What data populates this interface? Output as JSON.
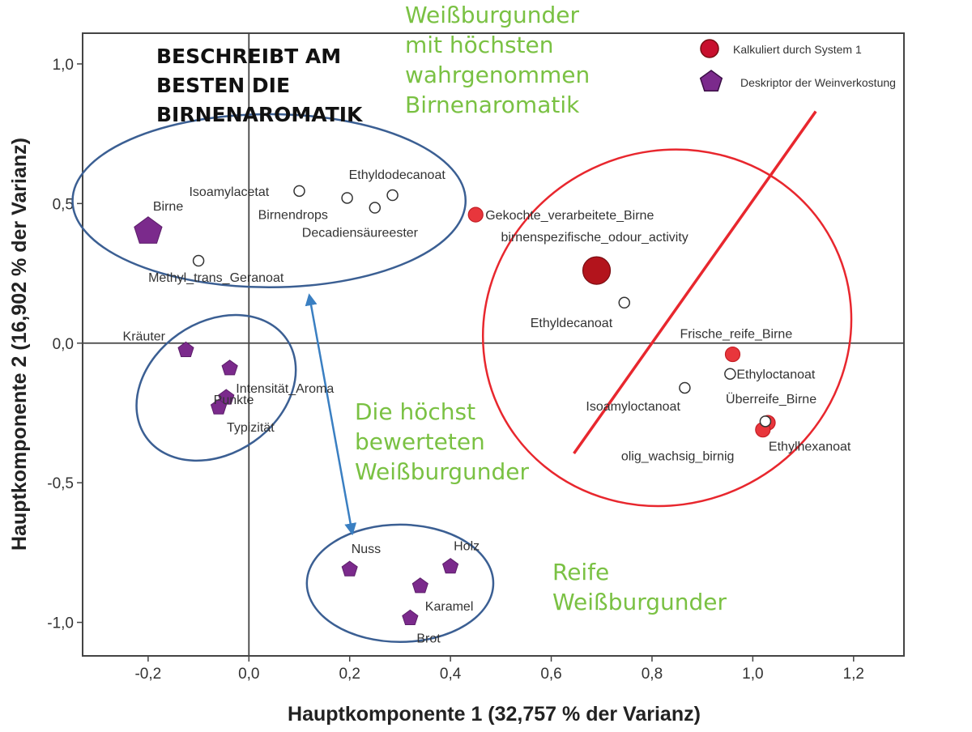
{
  "chart_data": {
    "type": "scatter",
    "title": "",
    "xlabel": "Hauptkomponente 1 (32,757 % der Varianz)",
    "ylabel": "Hauptkomponente 2 (16,902 % der Varianz)",
    "xlim": [
      -0.33,
      1.3
    ],
    "ylim": [
      -1.12,
      1.11
    ],
    "xticks": [
      -0.2,
      0.0,
      0.2,
      0.4,
      0.6,
      0.8,
      1.0,
      1.2
    ],
    "xtick_labels": [
      "-0,2",
      "0,0",
      "0,2",
      "0,4",
      "0,6",
      "0,8",
      "1,0",
      "1,2"
    ],
    "yticks": [
      1.0,
      0.5,
      0.0,
      -0.5,
      -1.0
    ],
    "ytick_labels": [
      "1,0",
      "0,5",
      "0,0",
      "-0,5",
      "-1,0"
    ],
    "grid": false,
    "reference_lines": {
      "x": 0,
      "y": 0
    },
    "legend": {
      "placement": "top-right",
      "entries": [
        {
          "label": "Kalkuliert durch System 1",
          "marker": "circle",
          "color": "#c8102e"
        },
        {
          "label": "Deskriptor der Weinverkostung",
          "marker": "pentagon",
          "color": "#7b2a8c"
        }
      ]
    },
    "series": [
      {
        "name": "Deskriptor der Weinverkostung",
        "marker": "pentagon",
        "color": "#7b2a8c",
        "points": [
          {
            "label": "Birne",
            "x": -0.2,
            "y": 0.4,
            "large": true
          },
          {
            "label": "Kräuter",
            "x": -0.125,
            "y": -0.025
          },
          {
            "label": "Punkte",
            "x": -0.038,
            "y": -0.09
          },
          {
            "label": "Intensität_Aroma",
            "x": -0.045,
            "y": -0.195
          },
          {
            "label": "Typizität",
            "x": -0.06,
            "y": -0.23
          },
          {
            "label": "Nuss",
            "x": 0.2,
            "y": -0.81
          },
          {
            "label": "Holz",
            "x": 0.4,
            "y": -0.8
          },
          {
            "label": "Karamel",
            "x": 0.34,
            "y": -0.87
          },
          {
            "label": "Brot",
            "x": 0.32,
            "y": -0.985
          }
        ]
      },
      {
        "name": "Kalkuliert durch System 1",
        "marker": "circle",
        "color": "#e8363c",
        "points": [
          {
            "label": "Gekochte_verarbeitete_Birne",
            "x": 0.45,
            "y": 0.46
          },
          {
            "label": "birnenspezifische_odour_activity",
            "x": 0.69,
            "y": 0.26,
            "large": true
          },
          {
            "label": "Frische_reife_Birne",
            "x": 0.96,
            "y": -0.04
          },
          {
            "label": "Überreife_Birne",
            "x": 1.03,
            "y": -0.285
          },
          {
            "label": "olig_wachsig_birnig",
            "x": 1.02,
            "y": -0.31
          }
        ]
      },
      {
        "name": "",
        "marker": "hollow-circle",
        "color": "#333333",
        "points": [
          {
            "label": "Isoamylacetat",
            "x": 0.1,
            "y": 0.545
          },
          {
            "label": "Birnendrops",
            "x": 0.195,
            "y": 0.52
          },
          {
            "label": "Decadiensäureester",
            "x": 0.25,
            "y": 0.485
          },
          {
            "label": "Ethyldodecanoat",
            "x": 0.285,
            "y": 0.53
          },
          {
            "label": "Methyl_trans_Geranoat",
            "x": -0.1,
            "y": 0.295
          },
          {
            "label": "Ethyldecanoat",
            "x": 0.745,
            "y": 0.145
          },
          {
            "label": "Isoamyloctanoat",
            "x": 0.865,
            "y": -0.16
          },
          {
            "label": "Ethyloctanoat",
            "x": 0.955,
            "y": -0.11
          },
          {
            "label": "Ethylhexanoat",
            "x": 1.025,
            "y": -0.28
          }
        ]
      }
    ],
    "annotations": [
      {
        "lines": [
          "BESCHREIBT AM",
          "BESTEN DIE",
          "BIRNENAROMATIK"
        ],
        "style": "black"
      },
      {
        "lines": [
          "Weißburgunder",
          "mit höchsten",
          "wahrgenommen",
          "Birnenaromatik"
        ],
        "style": "green"
      },
      {
        "lines": [
          "Die höchst",
          "bewerteten",
          "Weißburgunder"
        ],
        "style": "green"
      },
      {
        "lines": [
          "Reife",
          "Weißburgunder"
        ],
        "style": "green"
      }
    ],
    "shapes": {
      "blue_ellipses": [
        {
          "cx": 0.04,
          "cy": 0.51,
          "rx": 0.39,
          "ry": 0.31,
          "rotate": 0
        },
        {
          "cx": -0.065,
          "cy": -0.16,
          "rx": 0.17,
          "ry": 0.235,
          "rotate": -35
        },
        {
          "cx": 0.3,
          "cy": -0.86,
          "rx": 0.185,
          "ry": 0.21,
          "rotate": 0
        }
      ],
      "red_ellipse": {
        "cx": 0.83,
        "cy": 0.055,
        "rx": 0.37,
        "ry": 0.63,
        "rotate": -28
      },
      "red_line": {
        "x1": 0.645,
        "y1": -0.395,
        "x2": 1.125,
        "y2": 0.83
      },
      "blue_arrow": {
        "x1": 0.12,
        "y1": 0.17,
        "x2": 0.205,
        "y2": -0.68
      }
    }
  }
}
